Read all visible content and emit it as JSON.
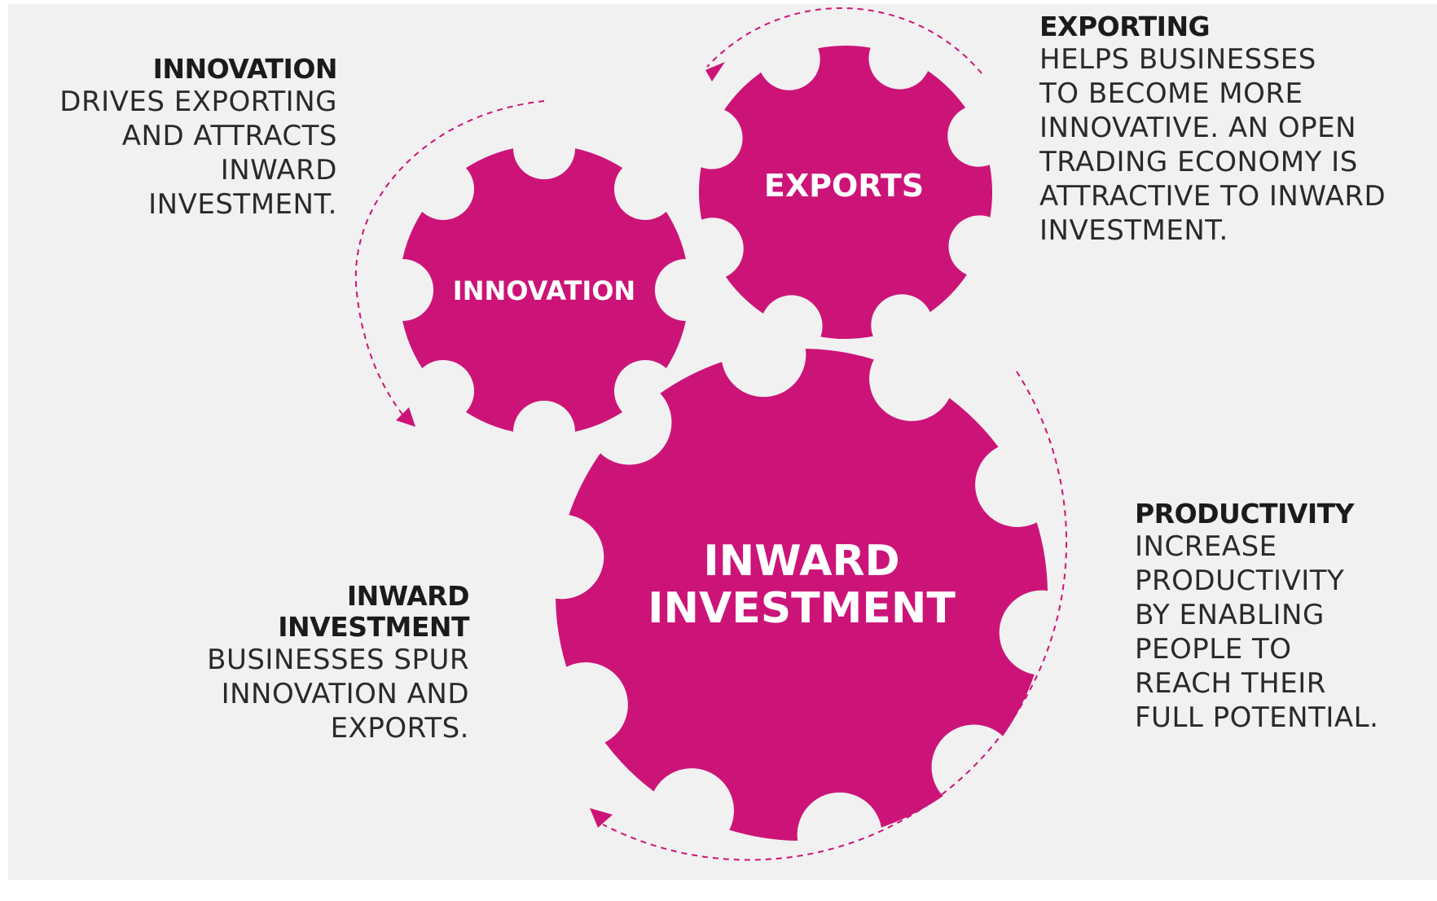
{
  "colors": {
    "gear": "#cc1478",
    "background": "#f1f1f1",
    "text": "#1b1b1b",
    "arrow": "#cc1478"
  },
  "gears": {
    "innovation": {
      "label": "INNOVATION"
    },
    "exports": {
      "label": "EXPORTS"
    },
    "inward": {
      "label_line1": "INWARD",
      "label_line2": "INVESTMENT"
    }
  },
  "annotations": {
    "innovation": {
      "heading": "INNOVATION",
      "body": "DRIVES EXPORTING\nAND ATTRACTS\nINWARD\nINVESTMENT."
    },
    "exporting": {
      "heading": "EXPORTING",
      "body": "HELPS BUSINESSES\nTO BECOME MORE\nINNOVATIVE. AN OPEN\nTRADING ECONOMY IS\nATTRACTIVE TO INWARD\nINVESTMENT."
    },
    "productivity": {
      "heading": "PRODUCTIVITY",
      "body": "INCREASE\nPRODUCTIVITY\nBY ENABLING\nPEOPLE TO\nREACH THEIR\nFULL POTENTIAL."
    },
    "inward": {
      "heading_line1": "INWARD",
      "heading_line2": "INVESTMENT",
      "body": "BUSINESSES SPUR\nINNOVATION AND\nEXPORTS."
    }
  }
}
